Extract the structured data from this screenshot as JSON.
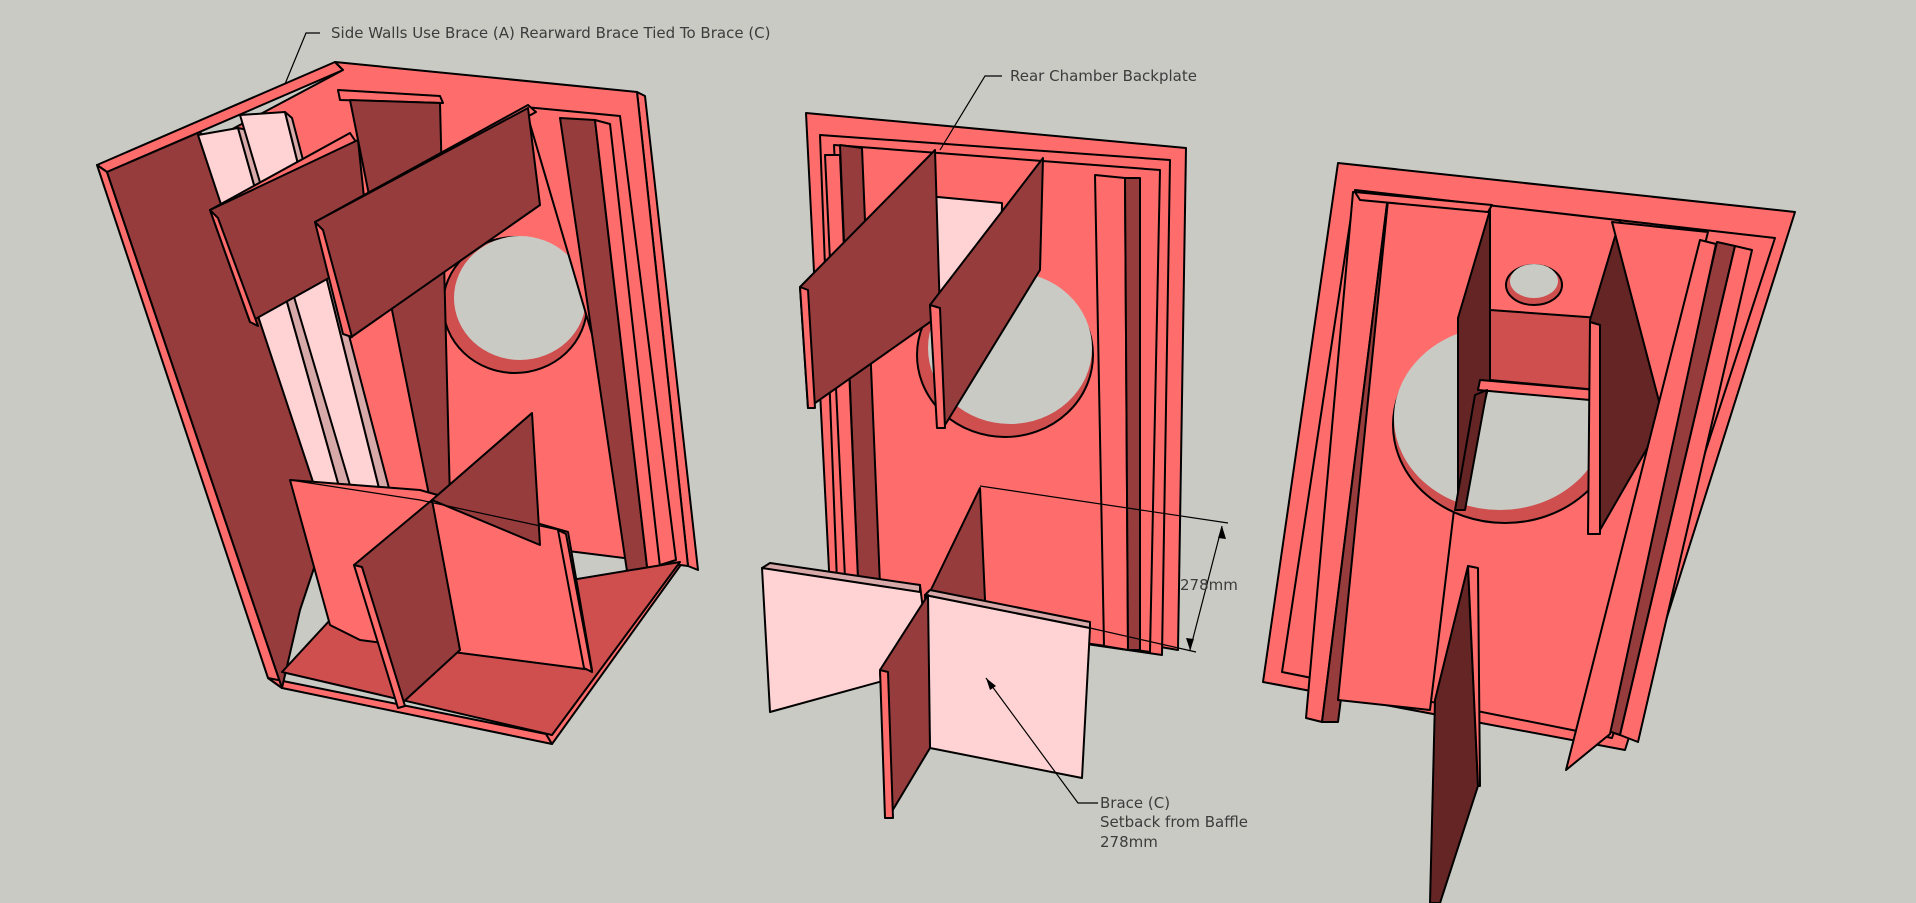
{
  "annotations": {
    "side_walls": "Side Walls Use Brace (A) Rearward Brace Tied To Brace (C)",
    "rear_chamber": "Rear Chamber Backplate",
    "dimension": "278mm",
    "brace_c_line1": "Brace (C)",
    "brace_c_line2": "Setback from Baffle",
    "brace_c_line3": "278mm"
  },
  "colors": {
    "background": "#cacac4",
    "panel_face": "#ff6c6c",
    "panel_shadow": "#973c3c",
    "panel_mid": "#cf4f4f",
    "panel_pale": "#ffd3d3",
    "panel_deep": "#652525",
    "edge": "#000000"
  }
}
